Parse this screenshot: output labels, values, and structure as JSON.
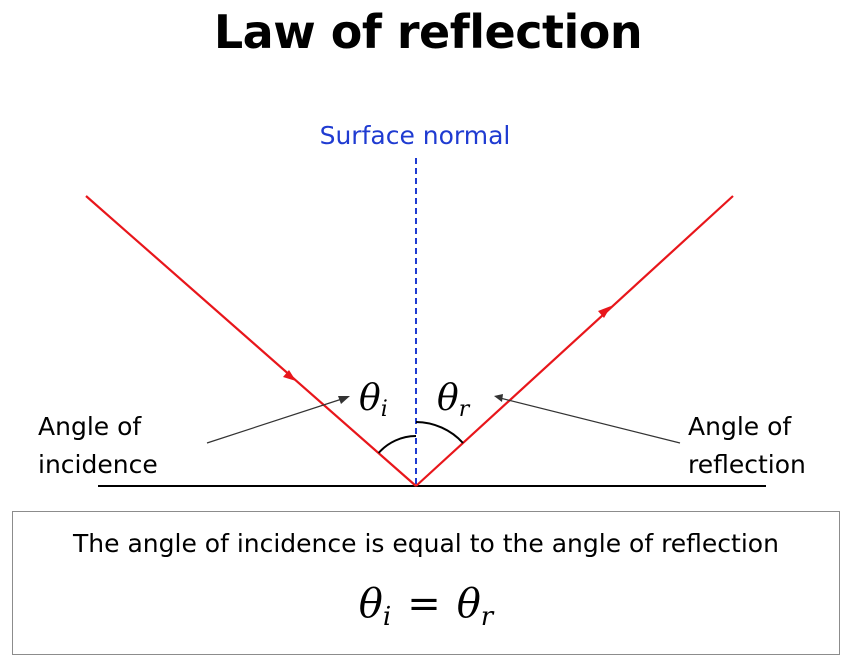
{
  "title": "Law of reflection",
  "normal_label": "Surface normal",
  "incidence_label": [
    "Angle of",
    "incidence"
  ],
  "reflection_label": [
    "Angle of",
    "reflection"
  ],
  "theta_i": {
    "symbol": "θ",
    "subscript": "i"
  },
  "theta_r": {
    "symbol": "θ",
    "subscript": "r"
  },
  "statement": "The angle of incidence is equal to the angle of reflection",
  "equation": {
    "left_symbol": "θ",
    "left_sub": "i",
    "operator": "=",
    "right_symbol": "θ",
    "right_sub": "r"
  },
  "colors": {
    "ray": "#e8161b",
    "normal": "#1f3bd1",
    "text": "#000000",
    "box_border": "#8c8c8c"
  }
}
